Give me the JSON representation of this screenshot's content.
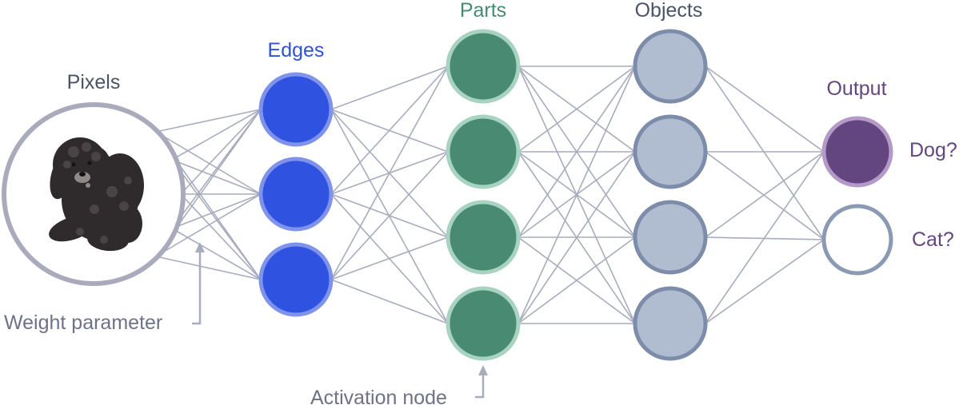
{
  "layers": [
    {
      "key": "pixels",
      "label": "Pixels",
      "label_color": "#4a5468",
      "fill": "#ffffff",
      "stroke": "#a9abbd",
      "count": 1
    },
    {
      "key": "edges",
      "label": "Edges",
      "label_color": "#2f52d6",
      "fill": "#2f52e0",
      "stroke": "#7f93ea",
      "count": 3
    },
    {
      "key": "parts",
      "label": "Parts",
      "label_color": "#478a72",
      "fill": "#488a72",
      "stroke": "#a8d3c3",
      "count": 4
    },
    {
      "key": "objects",
      "label": "Objects",
      "label_color": "#4a5468",
      "fill": "#b0bccf",
      "stroke": "#7d8ca9",
      "count": 4
    },
    {
      "key": "output",
      "label": "Output",
      "label_color": "#63467f",
      "fill": "#63467f",
      "stroke": "#b49ac8",
      "count": 2
    }
  ],
  "outputs": [
    {
      "label": "Dog?",
      "color": "#63467f",
      "filled": true
    },
    {
      "label": "Cat?",
      "color": "#63467f",
      "filled": false
    }
  ],
  "annotations": {
    "weight": "Weight parameter",
    "activation": "Activation node"
  },
  "input_image": "dog-photo",
  "colors": {
    "connection": "#a8acbd",
    "annotation_text": "#6d7288",
    "annotation_arrow": "#a8acbd"
  }
}
